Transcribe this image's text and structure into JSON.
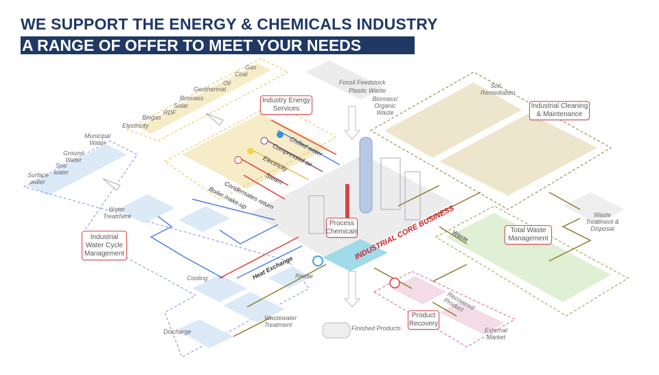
{
  "header": {
    "title_line1": "WE SUPPORT THE ENERGY & CHEMICALS INDUSTRY",
    "title_line2": "A RANGE OF OFFER TO MEET YOUR NEEDS"
  },
  "energy_sources": [
    "Gas",
    "Coal",
    "Oil",
    "Geothermal",
    "Biomass",
    "Solar",
    "RDF",
    "Biogas",
    "Electricity"
  ],
  "water_sources": [
    "Municipal Water",
    "Ground Water",
    "Sea water",
    "Surface water"
  ],
  "utilities": [
    "Chilled water",
    "Compressed air",
    "Electricity",
    "Steam",
    "Condensates return",
    "Boiler make-up"
  ],
  "water_cycle": {
    "water_treatment": "Water Treatment",
    "cooling": "Cooling",
    "heat_exchange": "Heat Exchange",
    "reuse": "Reuse",
    "wastewater_treatment": "Wastewater Treatment",
    "discharge": "Discharge"
  },
  "feedstock": {
    "fossil": "Fossil Feedstock",
    "plastic": "Plastic Waste",
    "biomass": "Biomass/ Organic Waste"
  },
  "other_labels": {
    "soil_remediation": "Soil Remediation",
    "waste_treatment": "Waste Treatment & Disposal",
    "waste": "Waste",
    "recovered_product": "Recovered Product",
    "finished_products": "Finished Products",
    "external_market": "External Market",
    "core_business": "INDUSTRIAL CORE BUSINESS"
  },
  "offer_boxes": {
    "energy_services": "Industry Energy Services",
    "water_cycle": "Industrial Water Cycle Management",
    "cleaning": "Industrial Cleaning & Maintenance",
    "process_chemicals": "Process Chemicals",
    "total_waste": "Total Waste Management",
    "product_recovery": "Product Recovery"
  },
  "colors": {
    "navy": "#1f3864",
    "accent_red": "#e0474c",
    "beige": "#f7ecc8",
    "water_blue": "#dce9f7",
    "waste_green": "#dff0d4",
    "recovery_pink": "#f3dce6"
  }
}
